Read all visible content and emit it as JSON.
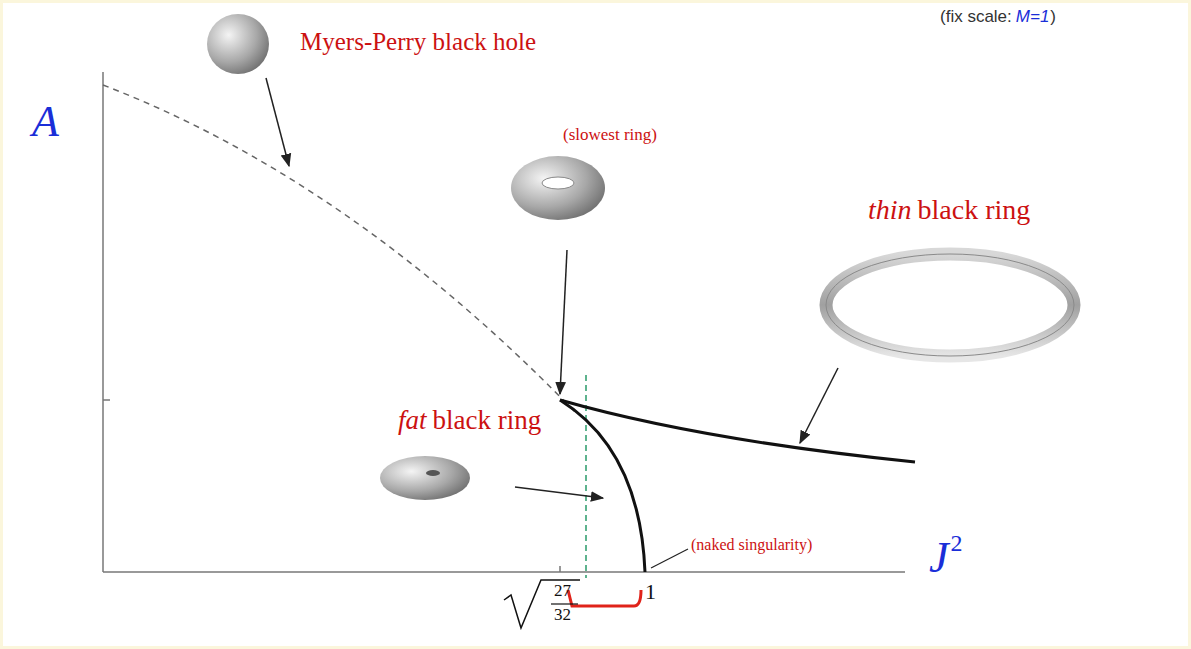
{
  "diagram": {
    "labels": [
      "(fix scale:",
      "M=1",
      ")",
      "Myers-Perry black hole",
      "A",
      "(slowest ring)",
      "thin",
      "black ring",
      "fat",
      "black ring",
      "(naked singularity)",
      "27",
      "32",
      "1",
      "J",
      "2"
    ]
  }
}
